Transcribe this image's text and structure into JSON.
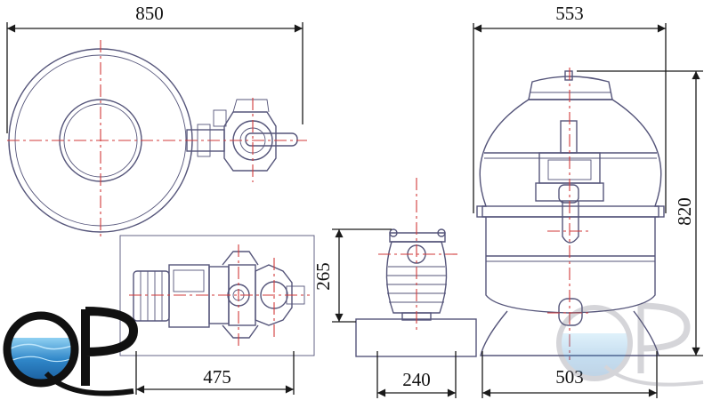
{
  "dimensions": {
    "top_width": "850",
    "side_width": "553",
    "side_height": "820",
    "pump_width": "475",
    "pump_height": "265",
    "pump_base_width": "240",
    "base_width": "503"
  },
  "logo": {
    "text": "QP",
    "watermark_text": "QP"
  },
  "colors": {
    "outline": "#55557a",
    "centerline": "#d23a3a",
    "dimension": "#1a1a1a",
    "logo_water": "#2f86c8"
  }
}
